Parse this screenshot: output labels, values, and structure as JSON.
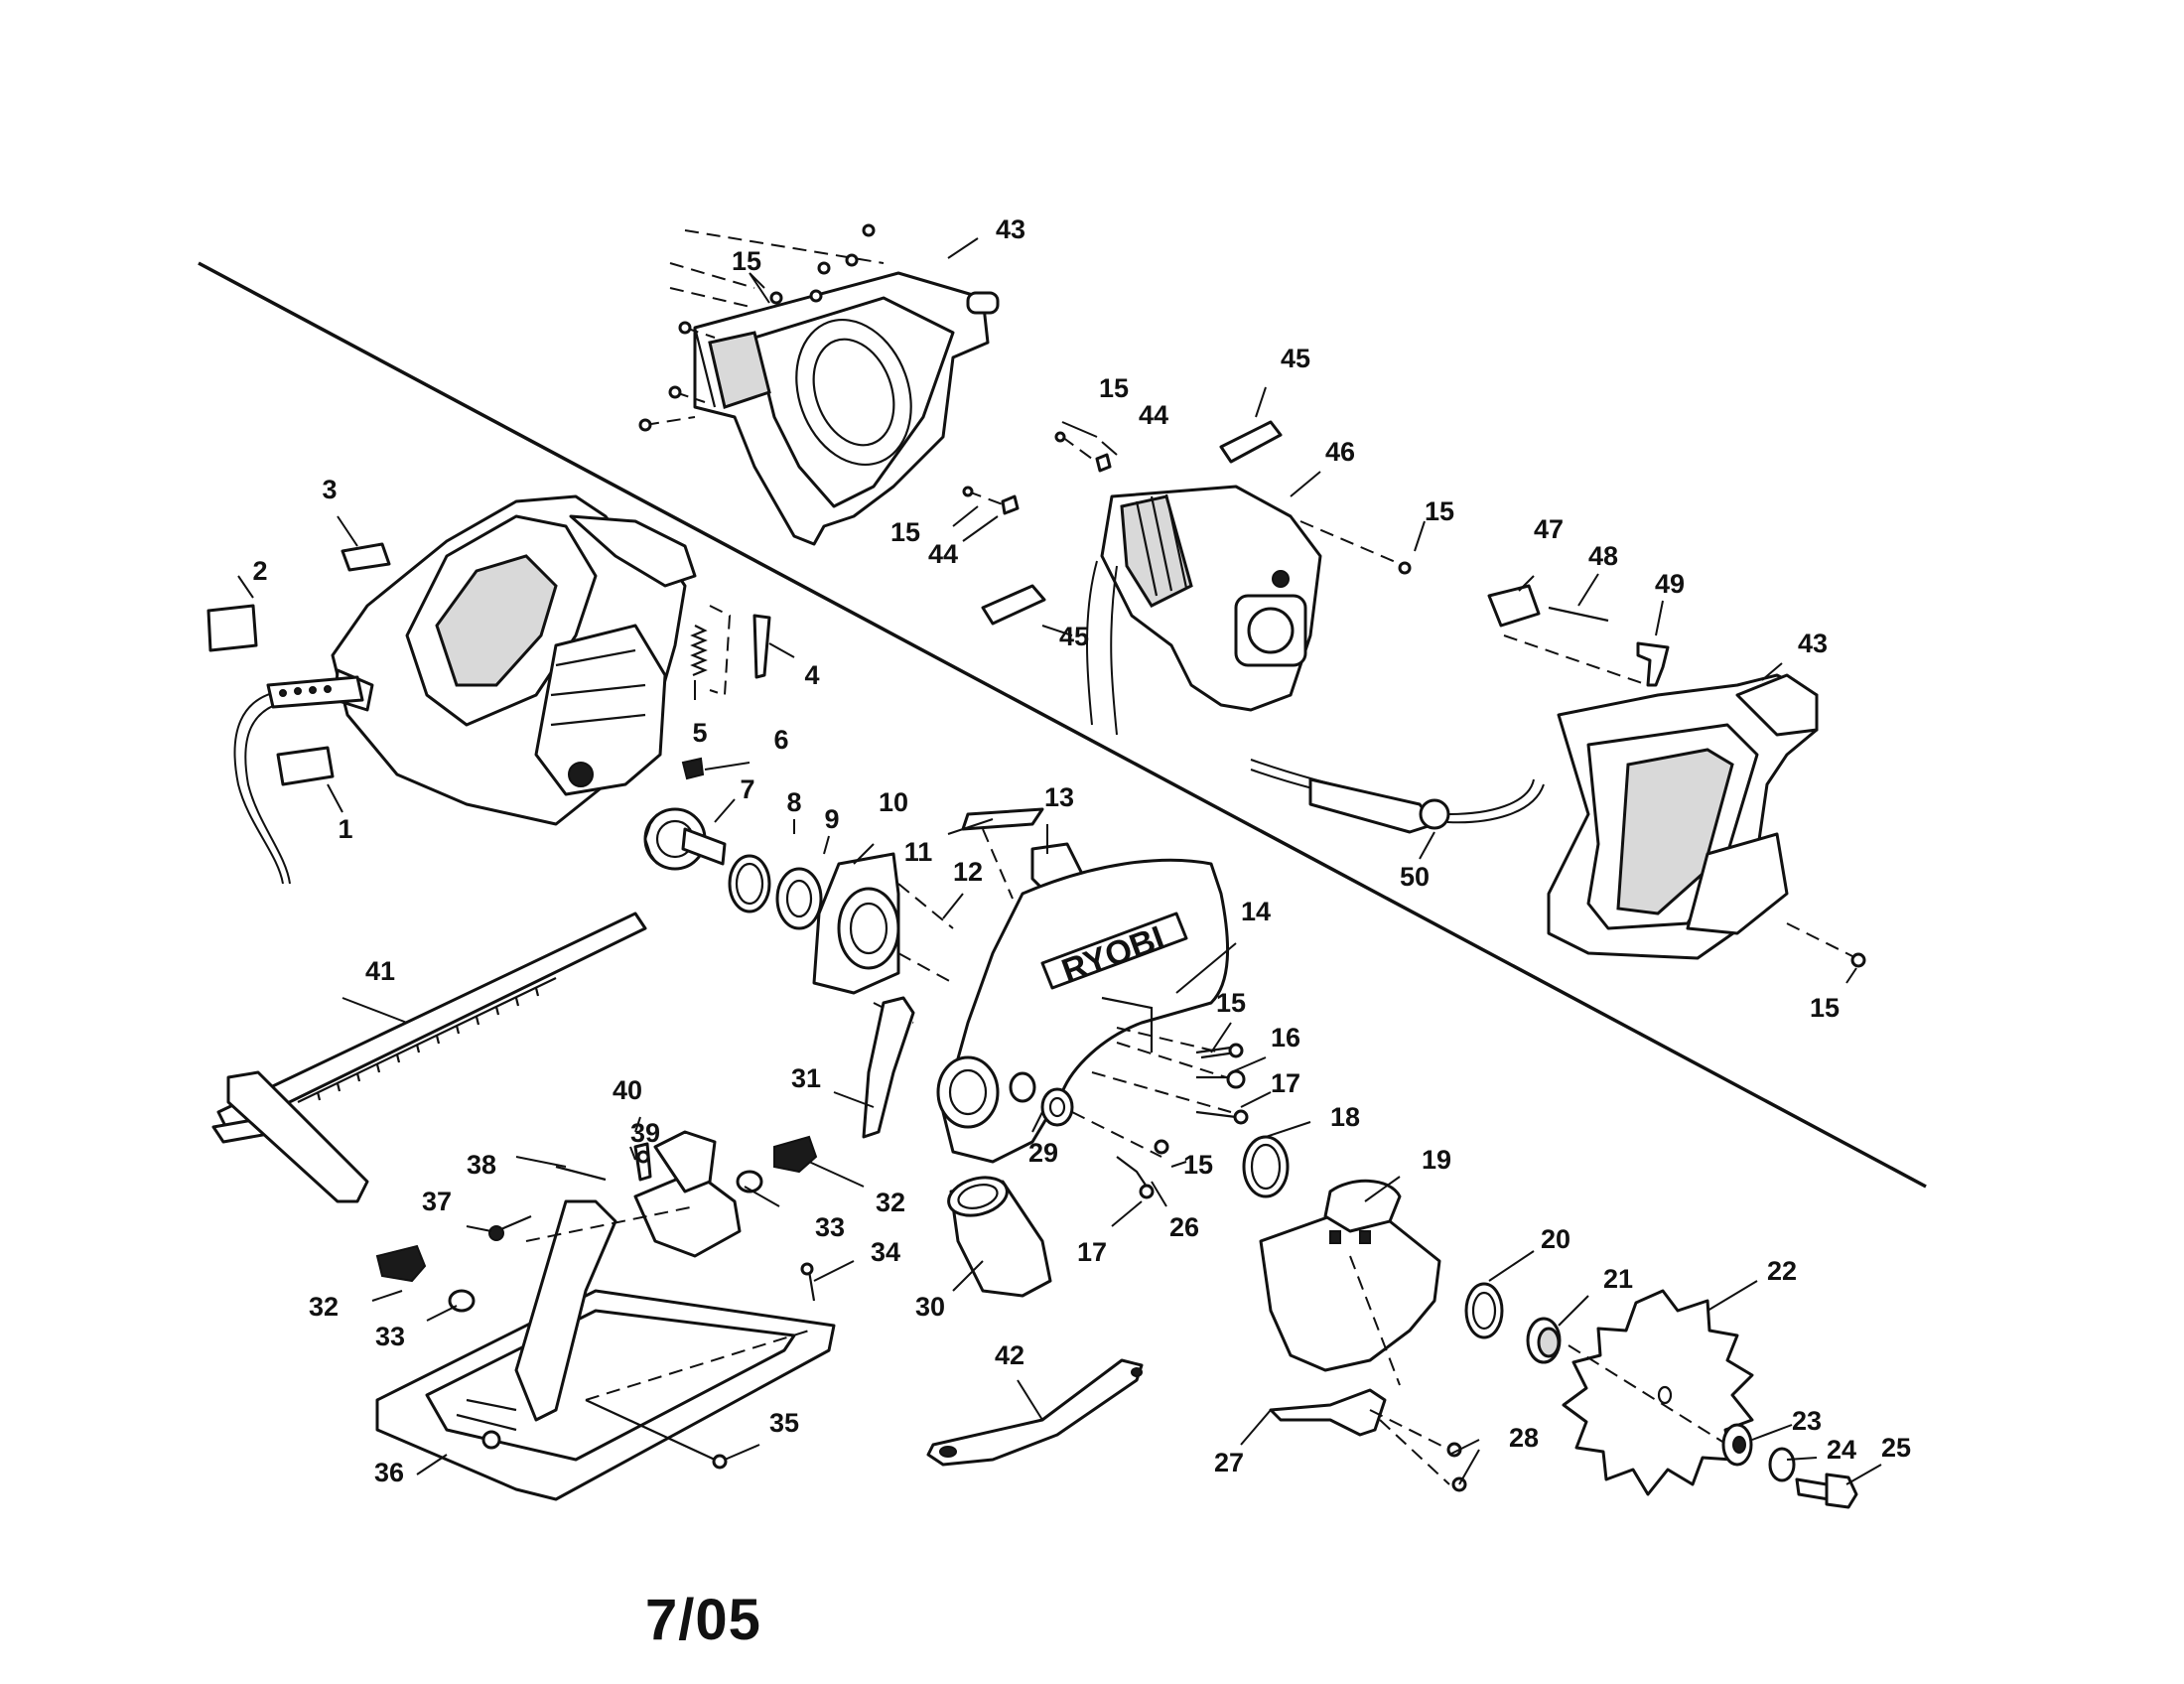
{
  "diagram": {
    "brand_label": "RYOBI",
    "date_code": "7/05",
    "callouts": [
      "1",
      "2",
      "3",
      "4",
      "5",
      "6",
      "7",
      "8",
      "9",
      "10",
      "11",
      "12",
      "13",
      "14",
      "15",
      "15",
      "15",
      "15",
      "15",
      "15",
      "15",
      "16",
      "17",
      "17",
      "18",
      "19",
      "20",
      "21",
      "22",
      "23",
      "24",
      "25",
      "26",
      "27",
      "28",
      "29",
      "30",
      "31",
      "32",
      "32",
      "33",
      "33",
      "34",
      "35",
      "36",
      "37",
      "38",
      "39",
      "40",
      "41",
      "42",
      "43",
      "43",
      "44",
      "44",
      "45",
      "45",
      "46",
      "47",
      "48",
      "49",
      "50"
    ]
  }
}
